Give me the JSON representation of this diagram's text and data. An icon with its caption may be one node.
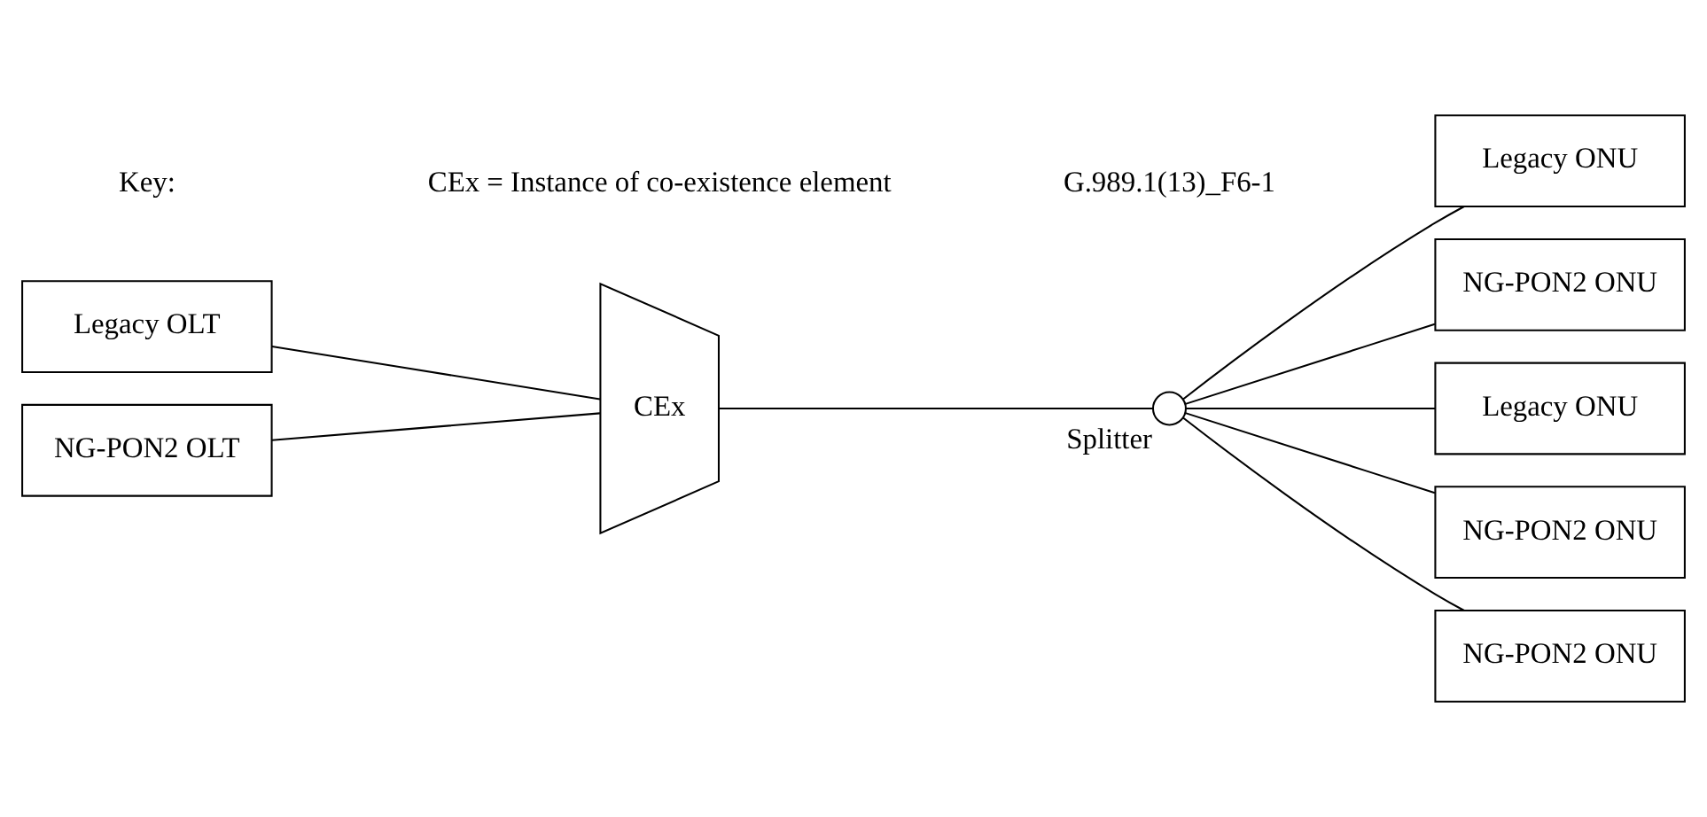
{
  "diagram": {
    "nodes": [
      {
        "text": [
          "Legacy OLT"
        ]
      },
      {
        "text": [
          "NG-PON2 OLT"
        ]
      },
      {
        "text": [
          "CEx"
        ]
      },
      {
        "text": [],
        "shape": "circle",
        "beside": [
          "Splitter"
        ]
      },
      {
        "text": [
          "Legacy ONU"
        ]
      },
      {
        "text": [
          "NG-PON2 ONU"
        ]
      },
      {
        "text": [
          "Legacy ONU"
        ]
      },
      {
        "text": [
          "NG-PON2 ONU"
        ]
      },
      {
        "text": [
          "NG-PON2 ONU"
        ]
      }
    ],
    "edges": [
      {
        "from": 0,
        "to": 2,
        "arrow": "none"
      },
      {
        "from": 1,
        "to": 2,
        "arrow": "none"
      },
      {
        "from": 2,
        "to": 3,
        "arrow": "none"
      },
      {
        "from": 3,
        "to": 4,
        "arrow": "none"
      },
      {
        "from": 3,
        "to": 5,
        "arrow": "none"
      },
      {
        "from": 3,
        "to": 6,
        "arrow": "none"
      },
      {
        "from": 3,
        "to": 7,
        "arrow": "none"
      },
      {
        "from": 3,
        "to": 8,
        "arrow": "none"
      }
    ],
    "labels": [
      "Key:",
      "CEx = Instance of co-existence element",
      "G.989.1(13)_F6-1"
    ]
  }
}
